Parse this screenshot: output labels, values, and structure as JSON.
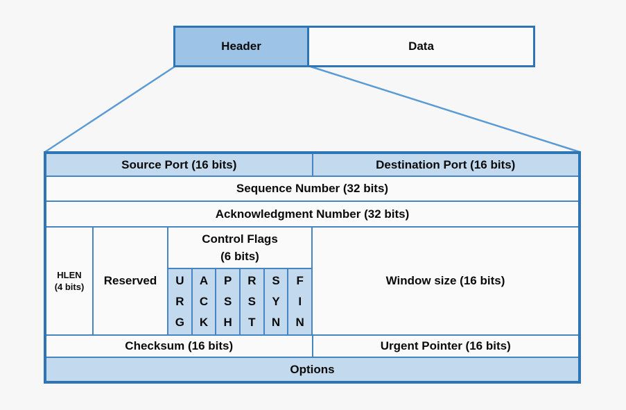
{
  "colors": {
    "background": "#F7F7F7",
    "outer_border": "#2E75B6",
    "inner_border": "#4585C4",
    "connector_line": "#5B9BD5",
    "header_fill": "#9DC3E6",
    "light_blue_fill": "#C3D9EE",
    "white_fill": "#FAFAFA",
    "text": "#0A0A0A"
  },
  "segment_bar": {
    "header_label": "Header",
    "data_label": "Data"
  },
  "tcp_header": {
    "source_port": "Source Port (16 bits)",
    "destination_port": "Destination Port (16 bits)",
    "sequence_number": "Sequence Number (32 bits)",
    "acknowledgment_number": "Acknowledgment Number (32 bits)",
    "hlen": "HLEN\n(4 bits)",
    "reserved": "Reserved",
    "control_flags_title": "Control Flags\n(6 bits)",
    "flags": [
      "URG",
      "ACK",
      "PSH",
      "RST",
      "SYN",
      "FIN"
    ],
    "window_size": "Window size (16 bits)",
    "checksum": "Checksum (16 bits)",
    "urgent_pointer": "Urgent Pointer (16 bits)",
    "options": "Options"
  }
}
